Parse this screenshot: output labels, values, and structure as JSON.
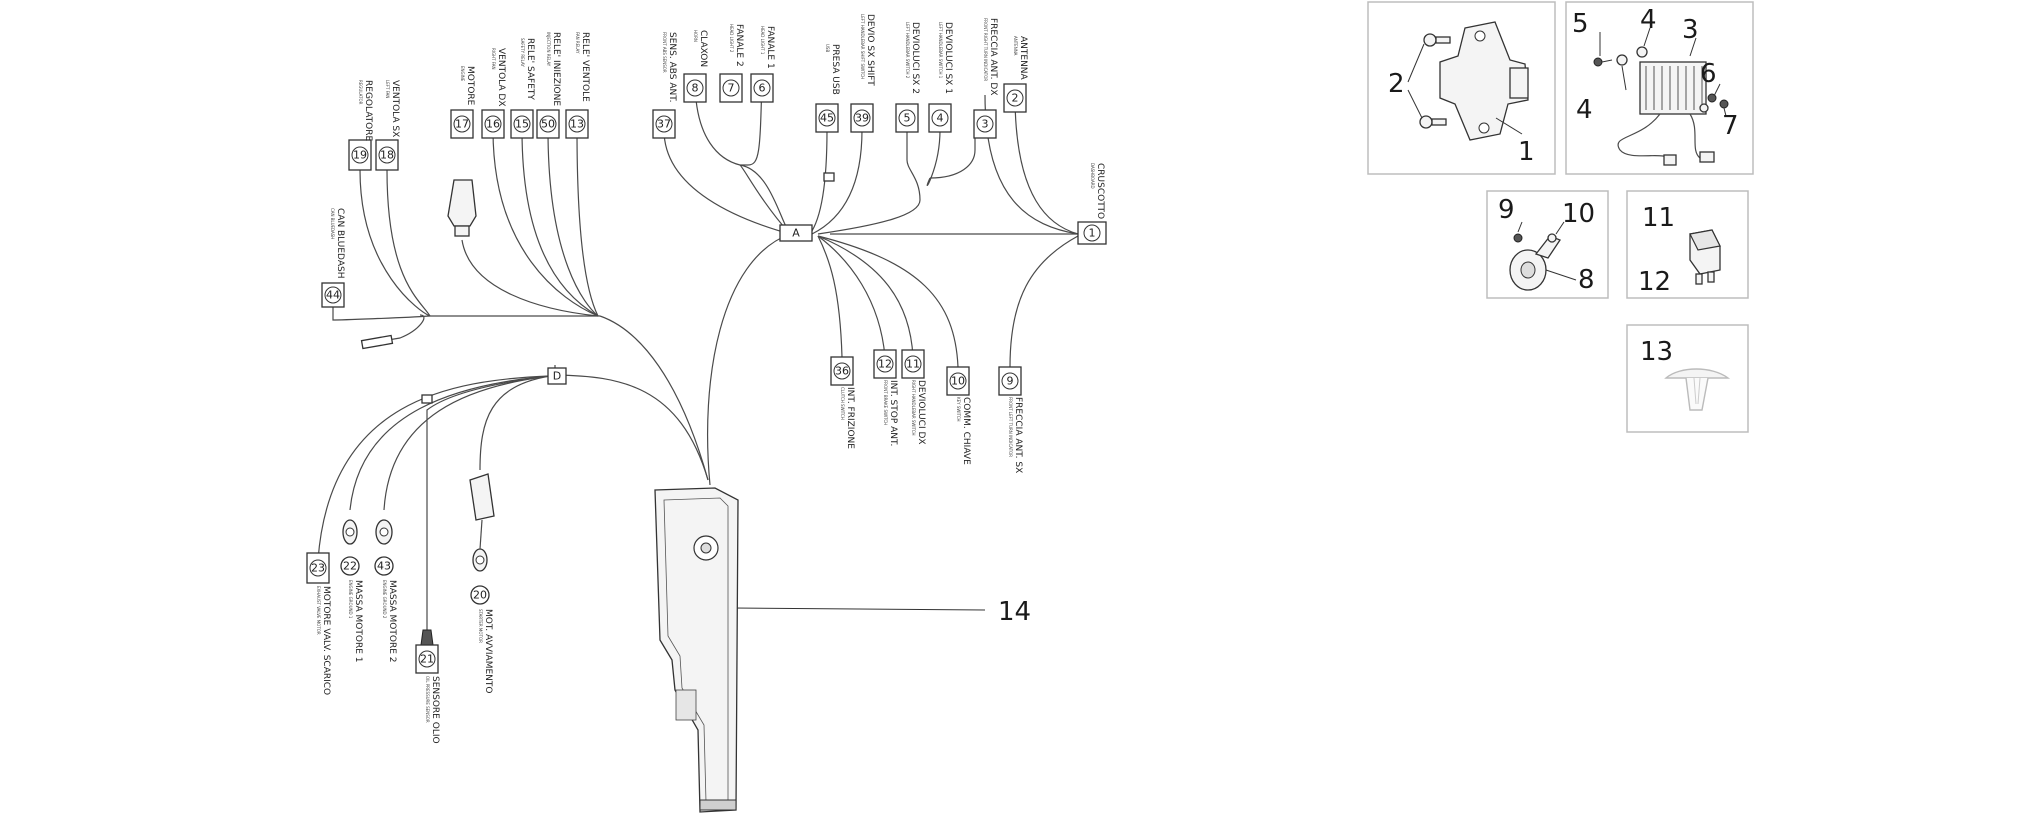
{
  "hubs": {
    "a": "A",
    "d": "D"
  },
  "connectors": {
    "c19": {
      "num": "19",
      "label": "REGOLATORE",
      "sub": "REGULATOR"
    },
    "c18": {
      "num": "18",
      "label": "VENTOLA SX",
      "sub": "LEFT FAN"
    },
    "c44": {
      "num": "44",
      "label": "CAN BLUEDASH",
      "sub": "CAN BLUEDASH"
    },
    "c17": {
      "num": "17",
      "label": "MOTORE",
      "sub": "ENGINE"
    },
    "c16": {
      "num": "16",
      "label": "VENTOLA DX",
      "sub": "RIGHT FAN"
    },
    "c15": {
      "num": "15",
      "label": "RELE' SAFETY",
      "sub": "SAFETY RELAY"
    },
    "c50": {
      "num": "50",
      "label": "RELE' INIEZIONE",
      "sub": "INJECTION RELAY"
    },
    "c13": {
      "num": "13",
      "label": "RELE' VENTOLE",
      "sub": "FAN RELAY"
    },
    "c37": {
      "num": "37",
      "label": "SENS. ABS ANT.",
      "sub": "FRONT ABS SENSOR"
    },
    "c8": {
      "num": "8",
      "label": "CLAXON",
      "sub": "HORN"
    },
    "c7": {
      "num": "7",
      "label": "FANALE 2",
      "sub": "HEAD LIGHT 2"
    },
    "c6": {
      "num": "6",
      "label": "FANALE 1",
      "sub": "HEAD LIGHT 1"
    },
    "c45": {
      "num": "45",
      "label": "PRESA USB",
      "sub": "USB"
    },
    "c39": {
      "num": "39",
      "label": "DEVIO SX SHIFT",
      "sub": "LEFT HANDLEBAR SHIFT SWITCH"
    },
    "c5": {
      "num": "5",
      "label": "DEVIOLUCI SX 2",
      "sub": "LEFT HANDLEBAR SWITCH 2"
    },
    "c4": {
      "num": "4",
      "label": "DEVIOLUCI SX 1",
      "sub": "LEFT HANDLEBAR SWITCH 1"
    },
    "c3": {
      "num": "3",
      "label": "FRECCIA ANT. DX",
      "sub": "FRONT RIGHT TURN INDICATOR"
    },
    "c2": {
      "num": "2",
      "label": "ANTENNA",
      "sub": "ANTENNA"
    },
    "c1": {
      "num": "1",
      "label": "CRUSCOTTO",
      "sub": "DASHBOARD"
    },
    "c36": {
      "num": "36",
      "label": "INT. FRIZIONE",
      "sub": "CLUTCH SWITCH"
    },
    "c12": {
      "num": "12",
      "label": "INT. STOP ANT.",
      "sub": "FRONT BRAKE SWITCH"
    },
    "c11": {
      "num": "11",
      "label": "DEVIOLUCI DX",
      "sub": "RIGHT HANDLEBAR SWITCH"
    },
    "c10": {
      "num": "10",
      "label": "COMM. CHIAVE",
      "sub": "KEY SWITCH"
    },
    "c9": {
      "num": "9",
      "label": "FRECCIA ANT. SX",
      "sub": "FRONT LEFT TURN INDICATOR"
    },
    "c23": {
      "num": "23",
      "label": "MOTORE VALV. SCARICO",
      "sub": "EXHAUST VALVE MOTOR"
    },
    "c22": {
      "num": "22",
      "label": "MASSA MOTORE 1",
      "sub": "ENGINE GROUND 1"
    },
    "c43": {
      "num": "43",
      "label": "MASSA MOTORE 2",
      "sub": "ENGINE GROUND 2"
    },
    "c21": {
      "num": "21",
      "label": "SENSORE OLIO",
      "sub": "OIL PRESSURE SENSOR"
    },
    "c20": {
      "num": "20",
      "label": "MOT. AVVIAMENTO",
      "sub": "STARTER MOTOR"
    }
  },
  "parts": {
    "p1": "1",
    "p2": "2",
    "p3": "3",
    "p4a": "4",
    "p4b": "4",
    "p5": "5",
    "p6": "6",
    "p7": "7",
    "p8": "8",
    "p9": "9",
    "p10": "10",
    "p11": "11",
    "p12": "12",
    "p13": "13",
    "p14": "14"
  }
}
